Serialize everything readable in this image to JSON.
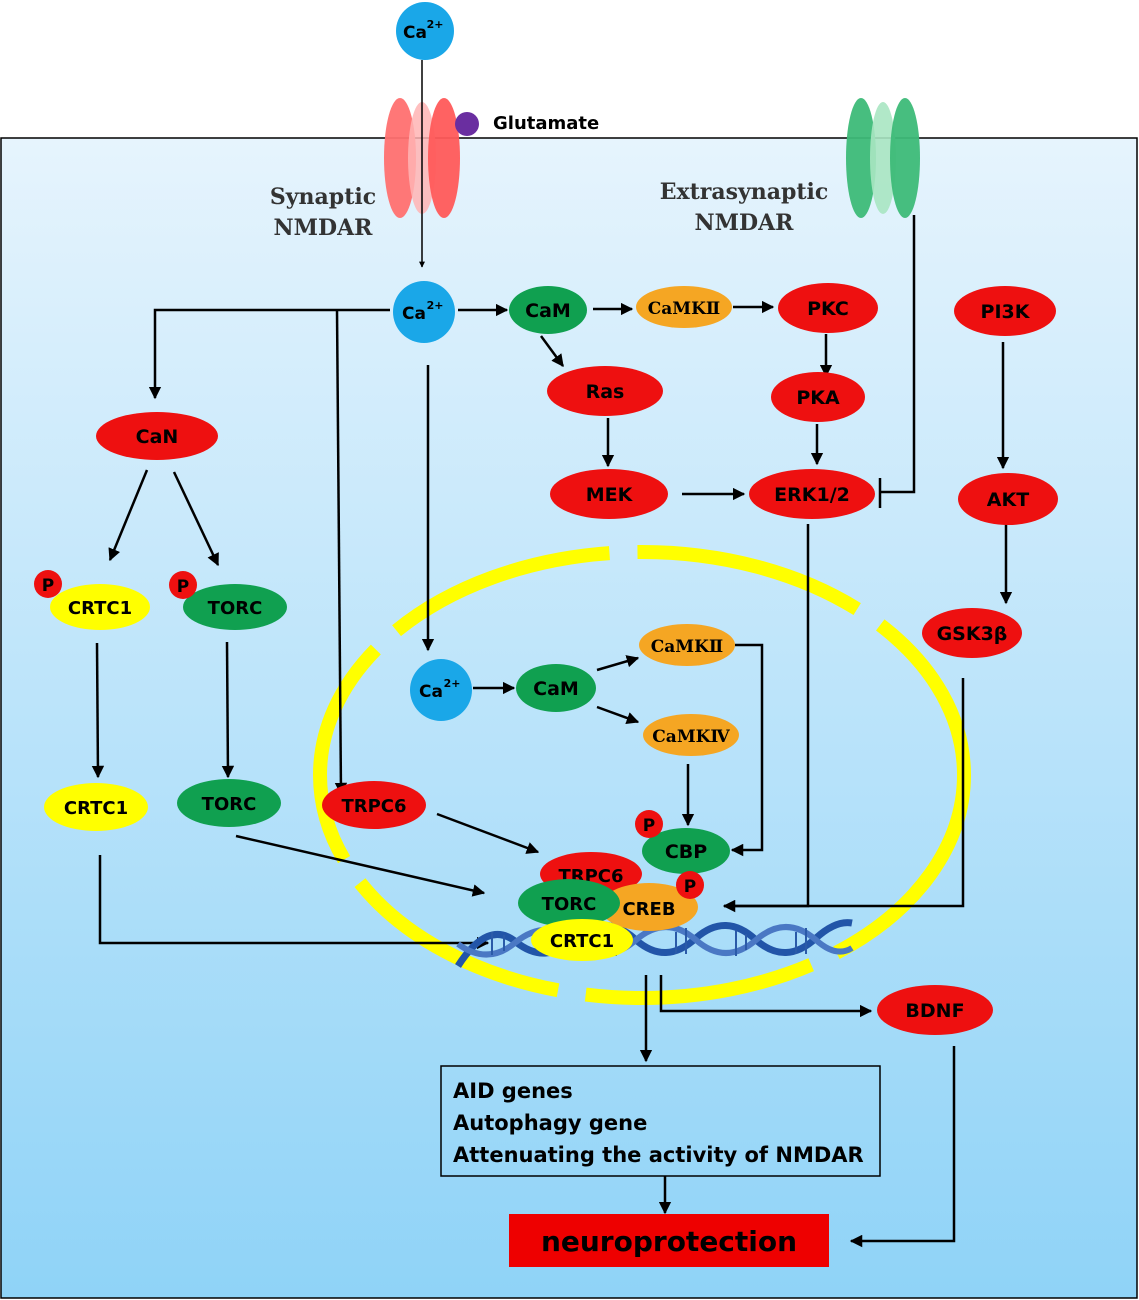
{
  "membrane": {
    "synaptic_label_1": "Synaptic",
    "synaptic_label_2": "NMDAR",
    "extrasynaptic_label_1": "Extrasynaptic",
    "extrasynaptic_label_2": "NMDAR",
    "glutamate": "Glutamate"
  },
  "ions": {
    "ca": "Ca",
    "ca_charge": "2+"
  },
  "nodes": {
    "cam_top": "CaM",
    "camk2_top": "CaMKⅡ",
    "pkc": "PKC",
    "pi3k": "PI3K",
    "ras": "Ras",
    "pka": "PKA",
    "mek": "MEK",
    "erk": "ERK1/2",
    "akt": "AKT",
    "gsk3b": "GSK3β",
    "can": "CaN",
    "crtc1_p": "CRTC1",
    "torc_p": "TORC",
    "crtc1": "CRTC1",
    "torc": "TORC",
    "trpc6": "TRPC6",
    "cam_nuc": "CaM",
    "camk2_nuc": "CaMKⅡ",
    "camk4_nuc": "CaMKⅣ",
    "cbp": "CBP",
    "trpc6_complex": "TRPC6",
    "torc_complex": "TORC",
    "creb": "CREB",
    "crtc1_complex": "CRTC1",
    "bdnf": "BDNF",
    "phospho": "P"
  },
  "outcomes": {
    "line1": "AID genes",
    "line2": "Autophagy gene",
    "line3": "Attenuating the activity of NMDAR",
    "neuroprotection": "neuroprotection"
  },
  "colors": {
    "red": "#ee1010",
    "green": "#10a050",
    "orange": "#f5a623",
    "yellow": "#ffff00",
    "blue": "#1aa7e8"
  }
}
